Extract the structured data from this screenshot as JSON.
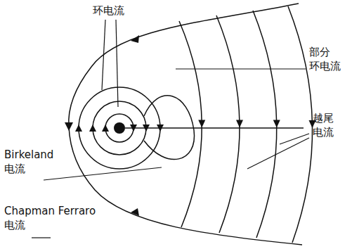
{
  "diagram": {
    "labels": [
      "环电流",
      "部分 环电流",
      "Birkeland 电流",
      "越尾 电流",
      "Chapman Ferraro 电流"
    ]
  }
}
